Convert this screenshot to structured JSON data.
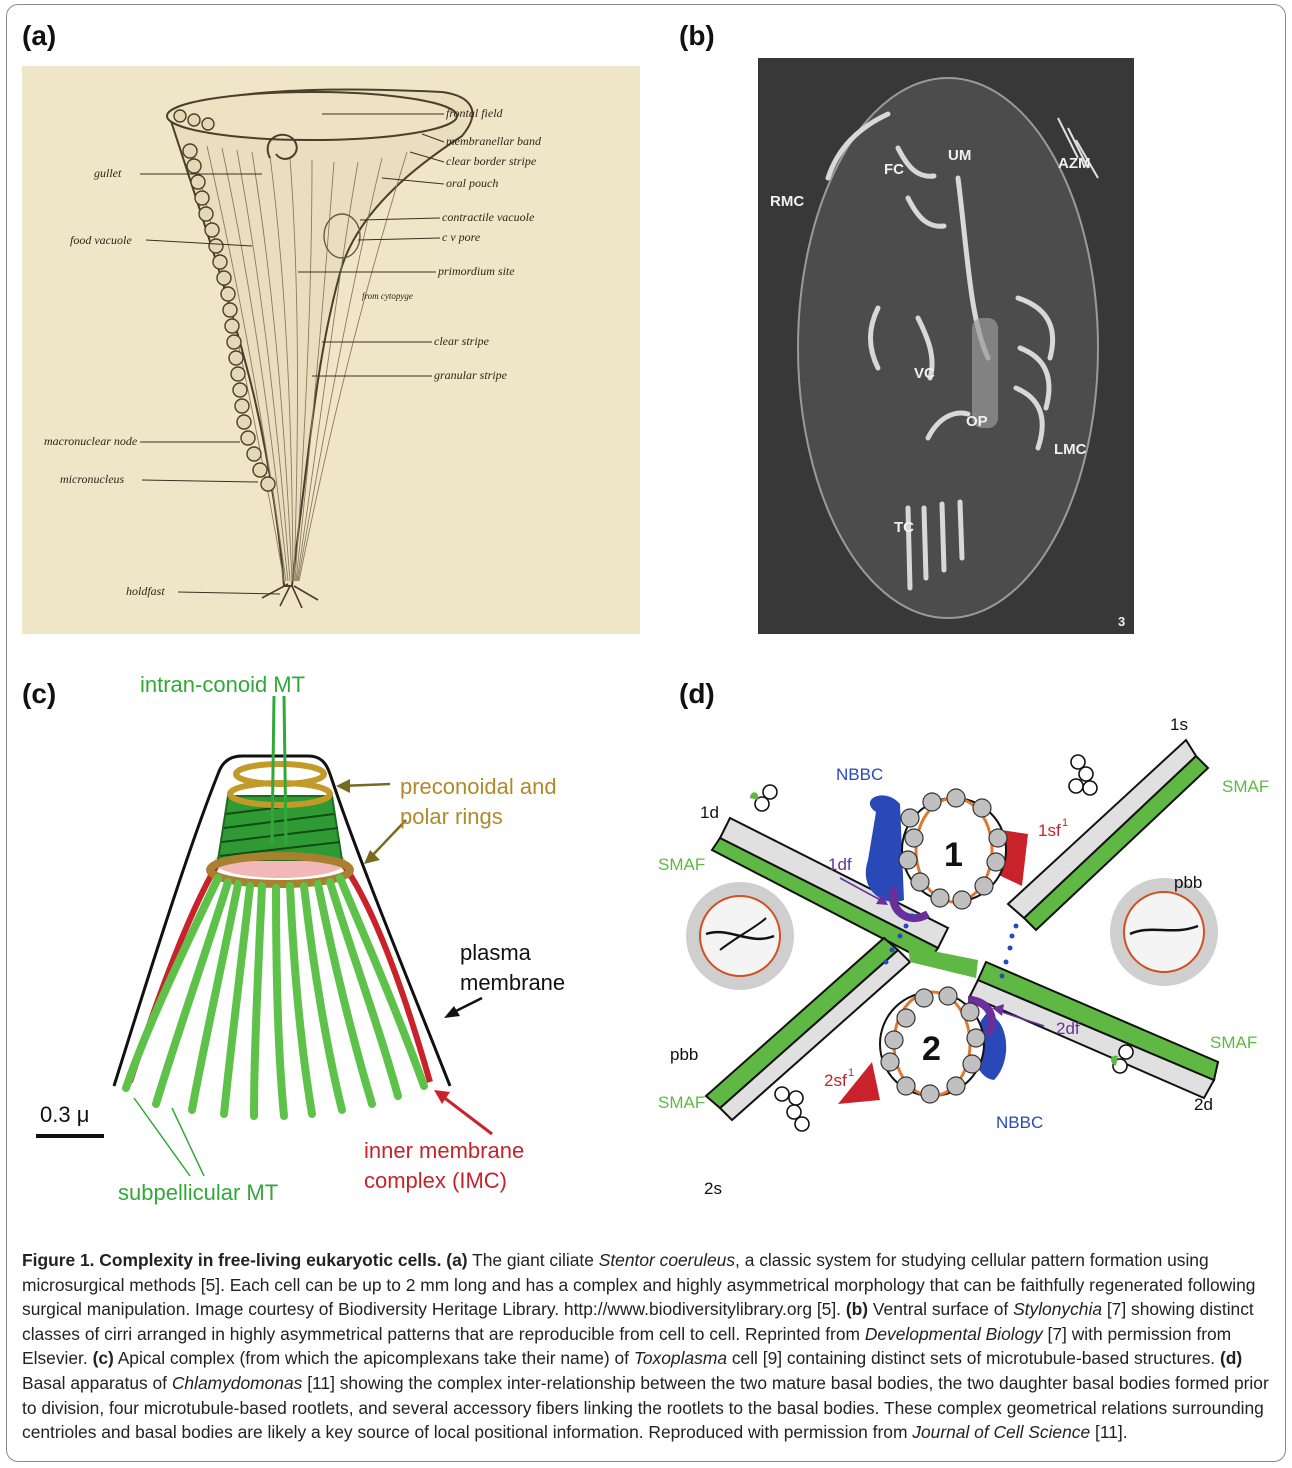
{
  "panels": {
    "a": {
      "label": "(a)",
      "annotations": [
        "frontal field",
        "membranellar band",
        "clear border stripe",
        "oral pouch",
        "contractile vacuole",
        "c v pore",
        "primordium site",
        "from cytopyge",
        "clear stripe",
        "granular stripe",
        "gullet",
        "food vacuole",
        "macronuclear node",
        "micronucleus",
        "holdfast"
      ]
    },
    "b": {
      "label": "(b)",
      "annotations": [
        "RMC",
        "FC",
        "UM",
        "AZM",
        "VC",
        "OP",
        "LMC",
        "TC",
        "3"
      ]
    },
    "c": {
      "label": "(c)",
      "annotations": {
        "intra": "intran-conoid MT",
        "precon1": "preconoidal and",
        "precon2": "polar rings",
        "plasma1": "plasma",
        "plasma2": "membrane",
        "scale": "0.3 μ",
        "imc1": "inner membrane",
        "imc2": "complex (IMC)",
        "subpel": "subpellicular MT"
      }
    },
    "d": {
      "label": "(d)",
      "annotations": {
        "s1": "1s",
        "d1": "1d",
        "smaf": "SMAF",
        "nbbc": "NBBC",
        "df1": "1df",
        "sf1": "1sf",
        "sup": "1",
        "pbb": "pbb",
        "bb1": "1",
        "bb2": "2",
        "df2": "2df",
        "sf2": "2sf",
        "d2": "2d",
        "s2": "2s"
      }
    }
  },
  "caption": {
    "title": "Figure 1. Complexity in free-living eukaryotic cells.",
    "a_label": "(a)",
    "a_text1": " The giant ciliate ",
    "a_species": "Stentor coeruleus",
    "a_text2": ", a classic system for studying cellular pattern formation using microsurgical methods [5]. Each cell can be up to 2 mm long and has a complex and highly asymmetrical morphology that can be faithfully regenerated following surgical manipulation. Image courtesy of Biodiversity Heritage Library. http://www.biodiversitylibrary.org [5]. ",
    "b_label": "(b)",
    "b_text1": " Ventral surface of ",
    "b_species": "Stylonychia",
    "b_text2": " [7] showing distinct classes of cirri arranged in highly asymmetrical patterns that are reproducible from cell to cell. Reprinted from ",
    "b_journal": "Developmental Biology",
    "b_text3": " [7] with permission from Elsevier. ",
    "c_label": "(c)",
    "c_text1": " Apical complex (from which the apicomplexans take their name) of ",
    "c_species": "Toxoplasma",
    "c_text2": " cell [9] containing distinct sets of microtubule-based structures. ",
    "d_label": "(d)",
    "d_text1": " Basal apparatus of ",
    "d_species": "Chlamydomonas",
    "d_text2": " [11] showing the complex inter-relationship between the two mature basal bodies, the two daughter basal bodies formed prior to division, four microtubule-based rootlets, and several accessory fibers linking the rootlets to the basal bodies. These complex geometrical relations surrounding centrioles and basal bodies are likely a key source of local positional information. Reproduced with permission from ",
    "d_journal": "Journal of Cell Science",
    "d_text3": " [11]."
  }
}
